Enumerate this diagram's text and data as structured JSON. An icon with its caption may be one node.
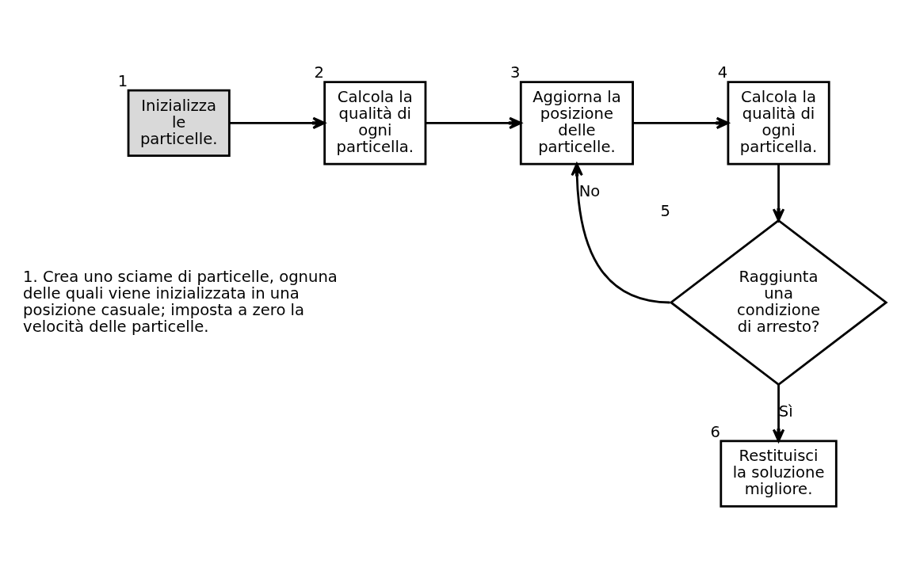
{
  "diagram": {
    "nodes": [
      {
        "text": [
          "Inizializza le particelle."
        ],
        "beside": [
          "1"
        ]
      },
      {
        "text": [
          "Calcola la qualità di ogni particella."
        ],
        "beside": [
          "2"
        ]
      },
      {
        "text": [
          "Aggiorna la posizione delle particelle."
        ],
        "beside": [
          "3"
        ]
      },
      {
        "text": [
          "Calcola la qualità di ogni particella."
        ],
        "beside": [
          "4"
        ]
      },
      {
        "text": [
          "Raggiunta una condizione di arresto?"
        ],
        "beside": [
          "5"
        ]
      },
      {
        "text": [
          "Restituisci la soluzione migliore."
        ],
        "beside": [
          "6"
        ]
      }
    ],
    "edges": [
      {
        "from": 0,
        "to": 1,
        "arrow": "to"
      },
      {
        "from": 1,
        "to": 2,
        "arrow": "to"
      },
      {
        "from": 2,
        "to": 3,
        "arrow": "to"
      },
      {
        "from": 3,
        "to": 4,
        "arrow": "to"
      },
      {
        "from": 4,
        "to": 2,
        "arrow": "to",
        "label": "No"
      },
      {
        "from": 4,
        "to": 5,
        "arrow": "to",
        "label": "Sì"
      }
    ],
    "labels": [
      "1. Crea uno sciame di particelle, ognuna delle quali viene inizializzata in una posizione casuale; imposta a zero la velocità delle particelle."
    ]
  }
}
